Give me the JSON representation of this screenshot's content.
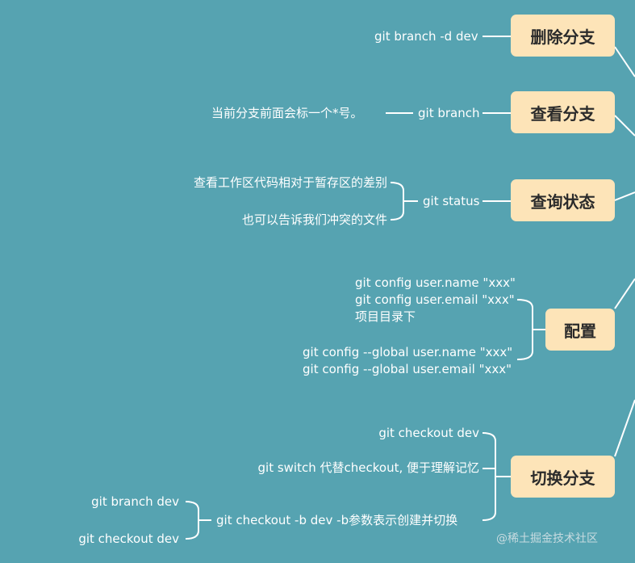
{
  "nodes": {
    "delete_branch": {
      "title": "删除分支",
      "commands": [
        "git branch -d dev"
      ]
    },
    "view_branch": {
      "title": "查看分支",
      "commands": [
        "git branch"
      ],
      "note": "当前分支前面会标一个*号。"
    },
    "query_status": {
      "title": "查询状态",
      "commands": [
        "git status"
      ],
      "notes": [
        "查看工作区代码相对于暂存区的差别",
        "也可以告诉我们冲突的文件"
      ]
    },
    "config": {
      "title": "配置",
      "local": [
        "git config user.name \"xxx\"",
        "git config user.email \"xxx\"",
        "项目目录下"
      ],
      "global": [
        "git config --global user.name \"xxx\"",
        "git config --global user.email \"xxx\""
      ]
    },
    "switch_branch": {
      "title": "切换分支",
      "commands": [
        "git checkout  dev",
        "git switch 代替checkout, 便于理解记忆",
        "git checkout -b dev   -b参数表示创建并切换"
      ],
      "sub": [
        "git branch dev",
        "git checkout dev"
      ]
    }
  },
  "watermark": "@稀土掘金技术社区",
  "colors": {
    "background": "#56a3b1",
    "node": "#fde4b8",
    "line": "#ffffff"
  }
}
